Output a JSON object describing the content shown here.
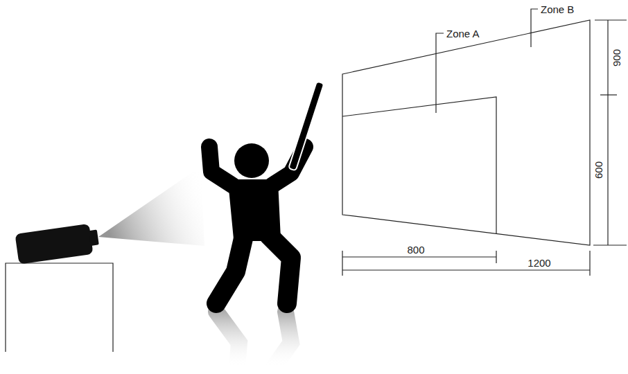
{
  "diagram": {
    "labels": [
      "Zone A",
      "Zone B",
      "900",
      "600",
      "800",
      "1200"
    ]
  }
}
